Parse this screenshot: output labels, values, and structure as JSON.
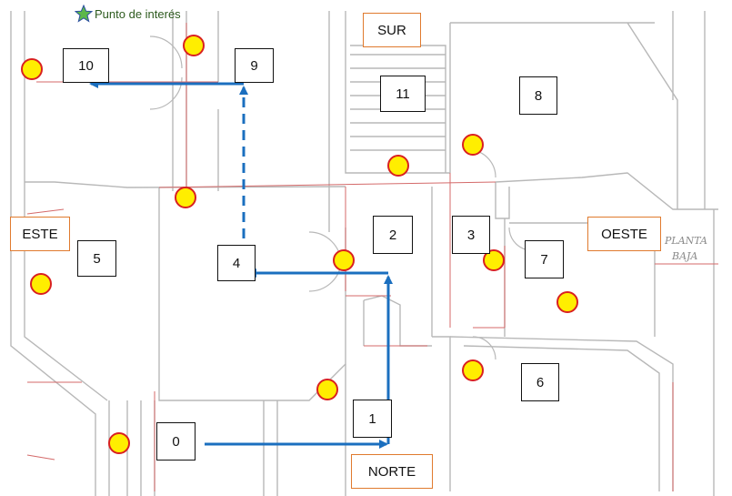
{
  "legend": {
    "label": "Punto de interés",
    "icon": "star-icon",
    "icon_color": "#5cb84a"
  },
  "directions": {
    "north": "NORTE",
    "south": "SUR",
    "east": "ESTE",
    "west": "OESTE"
  },
  "rooms": [
    "0",
    "1",
    "2",
    "3",
    "4",
    "5",
    "6",
    "7",
    "8",
    "9",
    "10",
    "11"
  ],
  "plan_caption": {
    "line1": "PLANTA",
    "line2": "BAJA"
  },
  "colors": {
    "route": "#1b6fbf",
    "poi_fill": "#ffee00",
    "poi_stroke": "#d92020",
    "direction_border": "#e07a2e",
    "wall": "#b8b8b8",
    "partition": "#d46a6a"
  },
  "route": {
    "from": "0",
    "to": "10",
    "stops": [
      "0",
      "1",
      "4",
      "9",
      "10"
    ],
    "dashed_segment": "4-9"
  }
}
